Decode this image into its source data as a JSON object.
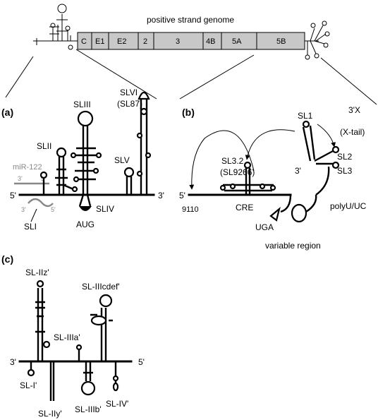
{
  "genome": {
    "title": "positive strand genome",
    "segments": [
      "C",
      "E1",
      "E2",
      "2",
      "3",
      "4B",
      "5A",
      "5B"
    ]
  },
  "panel_a": {
    "label": "(a)",
    "mirna": "miR-122",
    "five_prime": "5'",
    "three_prime": "3'",
    "mir_3a": "3'",
    "mir_5a": "5'",
    "mir_3b": "3'",
    "mir_5b": "5'",
    "sl1": "SLI",
    "sl2": "SLII",
    "sl3": "SLIII",
    "sl4": "SLIV",
    "sl5": "SLV",
    "sl6": "SLVI",
    "sl6_alt": "(SL87)",
    "aug": "AUG"
  },
  "panel_b": {
    "label": "(b)",
    "x_tail": "3'X",
    "x_tail_alt": "(X-tail)",
    "sl1": "SL1",
    "sl2": "SL2",
    "sl3": "SL3",
    "sl32": "SL3.2",
    "sl32_alt": "(SL9266)",
    "three_prime": "3'",
    "five_prime": "5'",
    "pos_9110": "9110",
    "cre": "CRE",
    "uga": "UGA",
    "polyu": "polyU/UC",
    "variable": "variable region"
  },
  "panel_c": {
    "label": "(c)",
    "three_prime": "3'",
    "five_prime": "5'",
    "sl_iiz": "SL-IIz'",
    "sl_iiicdef": "SL-IIIcdef'",
    "sl_iiia": "SL-IIIa'",
    "sl_i": "SL-I'",
    "sl_iiy": "SL-IIy'",
    "sl_iiib": "SL-IIIb'",
    "sl_iv": "SL-IV'"
  },
  "colors": {
    "segment_fill": "#c8c8c8",
    "mirna": "#888888",
    "line": "#000000"
  }
}
